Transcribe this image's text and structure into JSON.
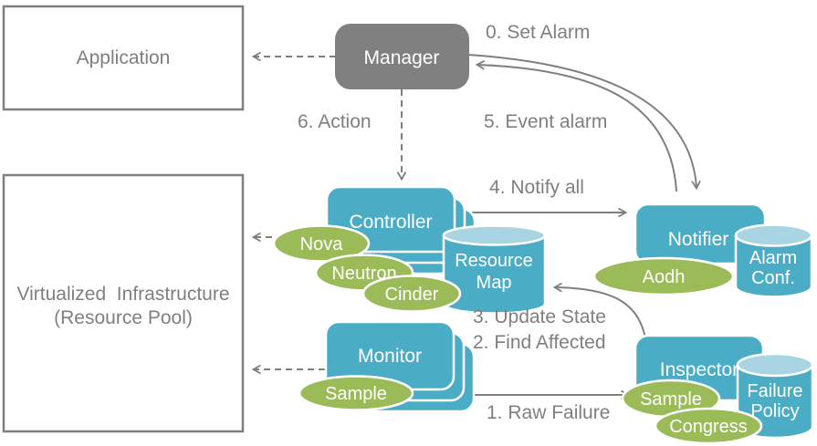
{
  "colors": {
    "teal": "#4BACC6",
    "green": "#9BBB59",
    "gray": "#808080",
    "cylinder_top": "#A9D4E3",
    "label_gray": "#7F7F7F"
  },
  "boxes": {
    "application": "Application",
    "virtualized_infrastructure_line1": "Virtualized  Infrastructure",
    "virtualized_infrastructure_line2": "(Resource Pool)"
  },
  "nodes": {
    "manager": "Manager",
    "controller": "Controller",
    "monitor": "Monitor",
    "notifier": "Notifier",
    "inspector": "Inspector"
  },
  "datastores": {
    "resource_map_line1": "Resource",
    "resource_map_line2": "Map",
    "alarm_conf_line1": "Alarm",
    "alarm_conf_line2": "Conf.",
    "failure_policy_line1": "Failure",
    "failure_policy_line2": "Policy"
  },
  "plugins": {
    "nova": "Nova",
    "neutron": "Neutron",
    "cinder": "Cinder",
    "sample_monitor": "Sample",
    "aodh": "Aodh",
    "sample_inspector": "Sample",
    "congress": "Congress"
  },
  "flow_labels": {
    "set_alarm": "0. Set Alarm",
    "event_alarm": "5. Event alarm",
    "action": "6. Action",
    "notify_all": "4. Notify all",
    "update_state": "3. Update State",
    "find_affected": "2. Find Affected",
    "raw_failure": "1. Raw Failure"
  }
}
